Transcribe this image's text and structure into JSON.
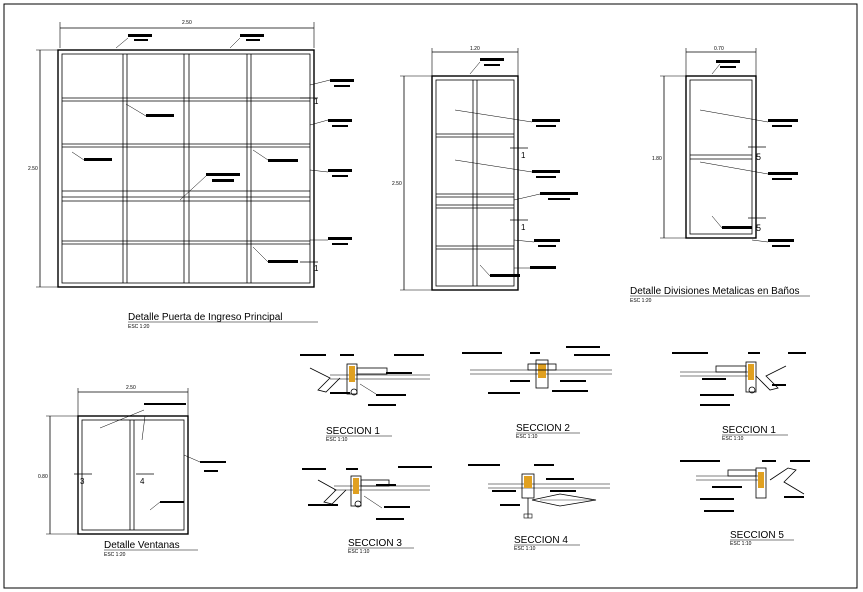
{
  "sheet": {
    "puerta": {
      "title": "Detalle Puerta de Ingreso Principal",
      "scale": "ESC 1:20",
      "dim_width": "2.50",
      "dim_height": "2.50",
      "marks": [
        "1",
        "1"
      ]
    },
    "divisiones_central": {
      "dim_width": "1.20",
      "dim_height": "2.50",
      "marks": [
        "1",
        "1"
      ]
    },
    "divisiones_banos": {
      "title": "Detalle Divisiones Metalicas en Baños",
      "scale": "ESC 1:20",
      "dim_width": "0.70",
      "dim_height": "1.80",
      "marks": [
        "5",
        "5"
      ]
    },
    "ventanas": {
      "title": "Detalle Ventanas",
      "scale": "ESC 1:20",
      "dim_width": "2.50",
      "dim_height": "0.80",
      "marks": [
        "3",
        "4"
      ]
    },
    "secciones": [
      {
        "title": "SECCION 1",
        "scale": "ESC 1:10"
      },
      {
        "title": "SECCION 2",
        "scale": "ESC 1:10"
      },
      {
        "title": "SECCION 1",
        "scale": "ESC 1:10"
      },
      {
        "title": "SECCION 3",
        "scale": "ESC 1:10"
      },
      {
        "title": "SECCION 4",
        "scale": "ESC 1:10"
      },
      {
        "title": "SECCION 5",
        "scale": "ESC 1:10"
      }
    ],
    "colors": {
      "line": "#000000",
      "dimension": "#7a7a00",
      "detail_fill": "#e0a020"
    }
  }
}
